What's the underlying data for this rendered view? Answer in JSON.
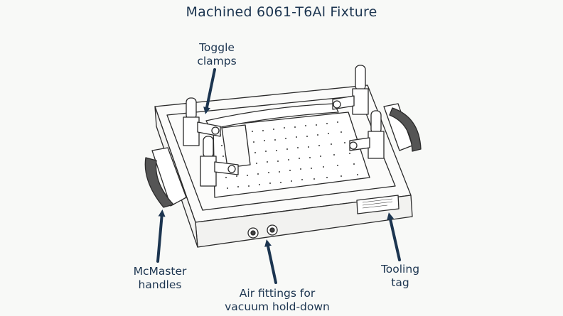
{
  "title": "Machined 6061-T6Al Fixture",
  "labels": {
    "toggle_clamps": [
      "Toggle",
      "clamps"
    ],
    "mcmaster_handles": [
      "McMaster",
      "handles"
    ],
    "air_fittings": [
      "Air fittings for",
      "vacuum hold-down"
    ],
    "tooling_tag": [
      "Tooling",
      "tag"
    ]
  },
  "colors": {
    "text": "#1c3550",
    "arrow": "#1c3550",
    "line": "#2a2a2a",
    "background": "#f8f9f7"
  }
}
